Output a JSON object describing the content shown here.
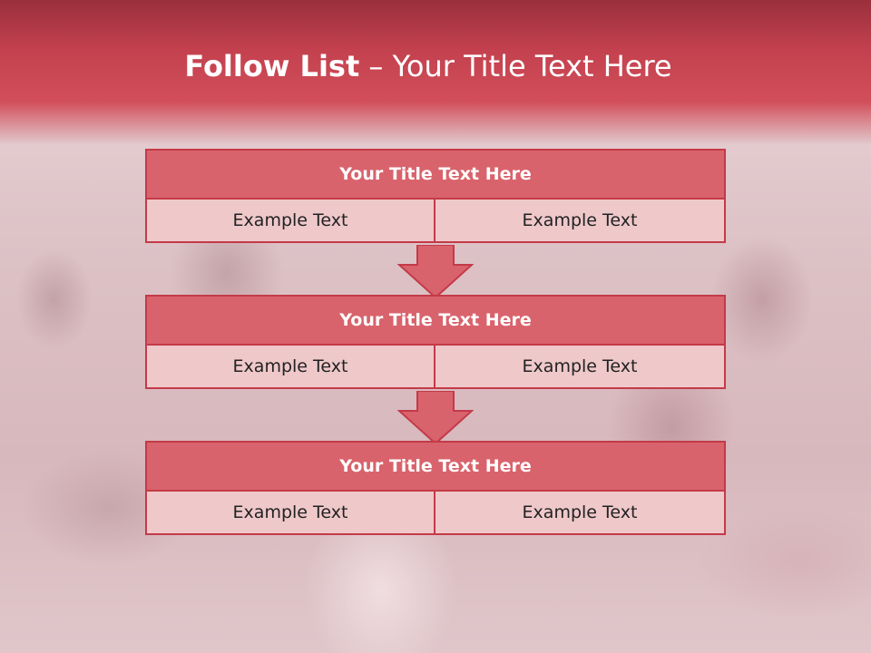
{
  "slide": {
    "title_bold": "Follow List",
    "title_rest": " – Your Title Text Here"
  },
  "blocks": [
    {
      "title": "Your Title Text Here",
      "left": "Example Text",
      "right": "Example Text"
    },
    {
      "title": "Your Title Text Here",
      "left": "Example Text",
      "right": "Example Text"
    },
    {
      "title": "Your Title Text Here",
      "left": "Example Text",
      "right": "Example Text"
    }
  ],
  "colors": {
    "header": "#c4414f",
    "block_title_bg": "#d9636c",
    "cell_bg": "#efc8ca",
    "border": "#c43a48"
  }
}
